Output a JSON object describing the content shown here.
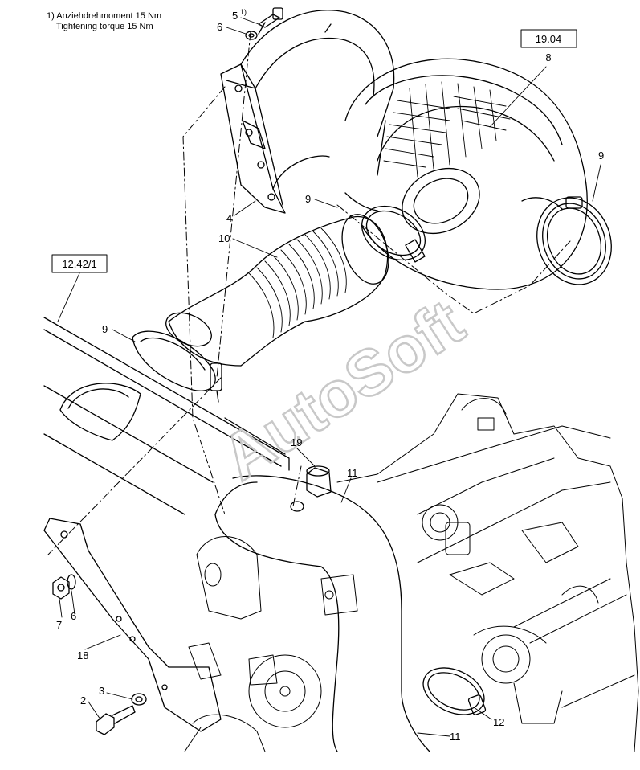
{
  "note": {
    "line1": "1) Anziehdrehmoment 15 Nm",
    "line2": "Tightening torque 15 Nm"
  },
  "references": {
    "air_cleaner_ref": "19.04",
    "frame_ref": "12.42/1"
  },
  "callouts": {
    "screw_top": "5",
    "screw_top_note_marker": "1)",
    "washer_top": "6",
    "bracket_plate": "4",
    "clamp_a": "9",
    "clamp_b": "9",
    "clamp_c": "9",
    "air_cleaner": "8",
    "bellows_hose": "10",
    "intake_pipe": "11",
    "intake_pipe_bottom": "11",
    "grommet": "19",
    "clamp_bottom": "12",
    "nut": "7",
    "washer_side": "6",
    "support_bracket": "18",
    "bolt": "2",
    "washer_bottom": "3"
  },
  "watermark": "AutoSoft",
  "colors": {
    "line": "#000000",
    "watermark": "#c8c8c8",
    "background": "#ffffff"
  }
}
